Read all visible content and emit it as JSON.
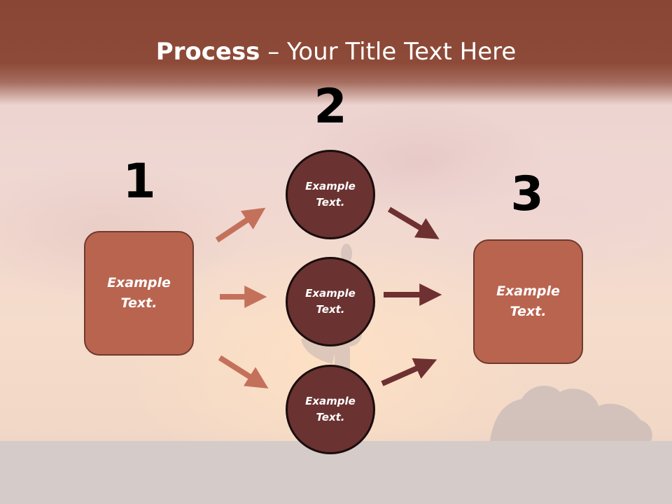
{
  "title": {
    "bold": "Process",
    "rest": " – Your Title Text Here"
  },
  "steps": [
    {
      "number": "1",
      "label": "Example Text."
    },
    {
      "number": "2",
      "items": [
        {
          "label": "Example Text."
        },
        {
          "label": "Example Text."
        },
        {
          "label": "Example Text."
        }
      ]
    },
    {
      "number": "3",
      "label": "Example Text."
    }
  ],
  "colors": {
    "header": "#8a4634",
    "box_fill": "#b9644f",
    "circle_fill": "#6a3231",
    "arrow_light": "#c4715c",
    "arrow_dark": "#6e3031"
  }
}
